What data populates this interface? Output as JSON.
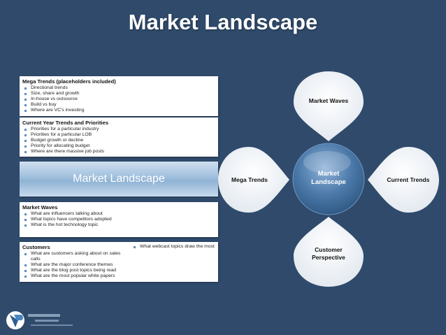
{
  "title": "Market Landscape",
  "panels": {
    "mega_trends": {
      "title": "Mega Trends (placeholders included)",
      "items": [
        "Directional trends",
        "Size, share and growth",
        "In-house vs outsource",
        "Build vs buy",
        "Where are VC's investing"
      ]
    },
    "current_year": {
      "title": "Current Year Trends and Priorities",
      "items": [
        "Priorities for a particular industry",
        "Priorities for a particular LOB",
        "Budget growth or decline",
        "Priority for allocating budget",
        "Where are there massive job posts"
      ]
    },
    "market_waves": {
      "title": "Market Waves",
      "items": [
        "What are influencers talking about",
        "What topics have competitors adopted",
        "What is the hot technology topic"
      ]
    },
    "customers": {
      "title": "Customers",
      "items": [
        "What are customers asking about on sales calls",
        "What are the major conference themes",
        "What are the blog post topics being read",
        "What are the most popular white papers"
      ],
      "items_right": [
        "What webcast topics draw the most"
      ]
    }
  },
  "banner": "Market Landscape",
  "diagram": {
    "center": "Market Landscape",
    "top": "Market Waves",
    "left": "Mega Trends",
    "right": "Current Trends",
    "bottom": "Customer Perspective"
  },
  "colors": {
    "background": "#2f4a6b",
    "center_circle": "#4a78a8",
    "petal": "#ffffff",
    "bullet": "#5a8fc0"
  }
}
